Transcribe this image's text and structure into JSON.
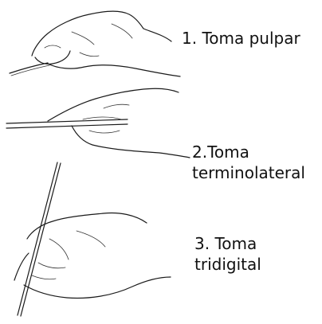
{
  "grips": [
    {
      "label_lines": [
        "1. Toma pulpar"
      ]
    },
    {
      "label_lines": [
        "2.Toma",
        "terminolateral"
      ]
    },
    {
      "label_lines": [
        "3. Toma",
        "tridigital"
      ]
    }
  ]
}
